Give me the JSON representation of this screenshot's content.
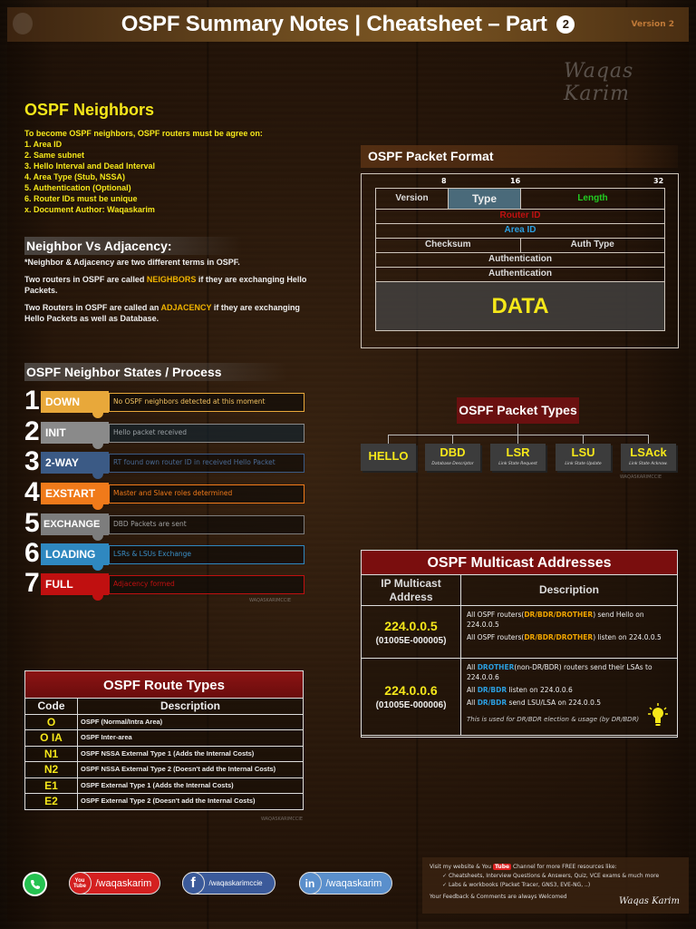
{
  "header": {
    "title": "OSPF Summary Notes | Cheatsheet – Part",
    "part_number": "2",
    "version": "Version 2",
    "signature": "Waqas Karim"
  },
  "neighbors": {
    "title": "OSPF Neighbors",
    "intro": "To become OSPF neighbors, OSPF routers must be agree on:",
    "items": [
      "1. Area ID",
      "2. Same subnet",
      "3. Hello Interval and Dead Interval",
      "4. Area Type (Stub, NSSA)",
      "5. Authentication (Optional)",
      "6. Router IDs must be unique",
      "x. Document Author: Waqaskarim"
    ]
  },
  "adjacency": {
    "title": "Neighbor Vs Adjacency:",
    "note": "*Neighbor & Adjacency are two different terms in OSPF.",
    "p1_pre": "Two routers in OSPF are called ",
    "p1_hl": "NEIGHBORS",
    "p1_post": " if they are exchanging Hello Packets.",
    "p2_pre": "Two Routers in OSPF are called an ",
    "p2_hl": "ADJACENCY",
    "p2_post": " if they are exchanging Hello Packets as well as Database."
  },
  "states": {
    "title": "OSPF Neighbor States / Process",
    "items": [
      {
        "num": "1",
        "name": "DOWN",
        "desc": "No OSPF neighbors detected at this moment",
        "color": "#e8a83a",
        "text_color": "#f0c060"
      },
      {
        "num": "2",
        "name": "INIT",
        "desc": "Hello packet received",
        "color": "#8a8a8a",
        "text_color": "#9aa0a4"
      },
      {
        "num": "3",
        "name": "2-WAY",
        "desc": "RT found own router ID in received Hello Packet",
        "color": "#3b5a85",
        "text_color": "#4a6a94"
      },
      {
        "num": "4",
        "name": "EXSTART",
        "desc": "Master and Slave roles determined",
        "color": "#f07a1a",
        "text_color": "#f07a1a"
      },
      {
        "num": "5",
        "name": "EXCHANGE",
        "desc": "DBD Packets are sent",
        "color": "#7d7d7d",
        "text_color": "#a0a0a0"
      },
      {
        "num": "6",
        "name": "LOADING",
        "desc": "LSRs & LSUs Exchange",
        "color": "#2f88c0",
        "text_color": "#3a90c8"
      },
      {
        "num": "7",
        "name": "FULL",
        "desc": "Adjacency formed",
        "color": "#c01010",
        "text_color": "#c01010"
      }
    ],
    "watermark": "WAQASKARIMCCIE"
  },
  "packet_format": {
    "title": "OSPF Packet Format",
    "bits": [
      "8",
      "16",
      "32"
    ],
    "row1": [
      "Version",
      "Type",
      "Length"
    ],
    "router_id": "Router ID",
    "area_id": "Area ID",
    "row4": [
      "Checksum",
      "Auth Type"
    ],
    "auth1": "Authentication",
    "auth2": "Authentication",
    "data": "DATA"
  },
  "packet_types": {
    "title": "OSPF Packet Types",
    "items": [
      {
        "name": "HELLO",
        "sub": ""
      },
      {
        "name": "DBD",
        "sub": "Database Descriptor"
      },
      {
        "name": "LSR",
        "sub": "Link State Request"
      },
      {
        "name": "LSU",
        "sub": "Link State Update"
      },
      {
        "name": "LSAck",
        "sub": "Link State Acknow."
      }
    ],
    "watermark": "WAQASKARIMCCIE"
  },
  "multicast": {
    "title": "OSPF Multicast Addresses",
    "col1": "IP Multicast Address",
    "col2": "Description",
    "rows": [
      {
        "ip": "224.0.0.5",
        "mac": "(01005E-000005)",
        "l1_pre": "All OSPF routers(",
        "l1_hl": "DR/BDR/DROTHER",
        "l1_post": ") send Hello on 224.0.0.5",
        "l2_pre": "All OSPF routers(",
        "l2_hl": "DR/BDR/DROTHER",
        "l2_post": ") listen on 224.0.0.5"
      },
      {
        "ip": "224.0.0.6",
        "mac": "(01005E-000006)",
        "l1_pre": "All ",
        "l1_hl": "DROTHER",
        "l1_post": "(non-DR/BDR) routers send their LSAs to 224.0.0.6",
        "l2_pre": "All ",
        "l2_hl": "DR/BDR",
        "l2_post": " listen on 224.0.0.6",
        "l3_pre": "All ",
        "l3_hl": "DR/BDR",
        "l3_post": " send LSU/LSA on 224.0.0.5",
        "note": "This is used for DR/BDR election & usage (by DR/BDR)"
      }
    ]
  },
  "route_types": {
    "title": "OSPF Route Types",
    "headers": [
      "Code",
      "Description"
    ],
    "rows": [
      {
        "code": "O",
        "desc": "OSPF (Normal/Intra Area)"
      },
      {
        "code": "O IA",
        "desc": "OSPF Inter-area"
      },
      {
        "code": "N1",
        "desc": "OSPF NSSA External Type 1 (Adds the Internal Costs)"
      },
      {
        "code": "N2",
        "desc": "OSPF NSSA External Type 2 (Doesn't add the Internal Costs)"
      },
      {
        "code": "E1",
        "desc": "OSPF External Type 1 (Adds the Internal Costs)"
      },
      {
        "code": "E2",
        "desc": "OSPF External Type 2 (Doesn't add the Internal Costs)"
      }
    ],
    "watermark": "WAQASKARIMCCIE"
  },
  "footer": {
    "youtube": "/waqaskarim",
    "facebook": "/waqaskarimccie",
    "linkedin": "/waqaskarim",
    "promo_pre": "Visit my website & You",
    "promo_yt": "Tube",
    "promo_post": " Channel for more FREE resources like:",
    "promo_items": [
      "Cheatsheets, Interview Questions & Answers, Quiz, VCE exams & much more",
      "Labs & workbooks (Packet Tracer, GNS3, EVE-NG, ..)"
    ],
    "feedback": "Your Feedback & Comments are always Welcomed",
    "signature": "Waqas Karim"
  },
  "colors": {
    "yellow": "#f5e71a",
    "dark_red": "#7a0e0e",
    "orange_hl": "#f0a500",
    "blue_hl": "#2b9fe0"
  }
}
